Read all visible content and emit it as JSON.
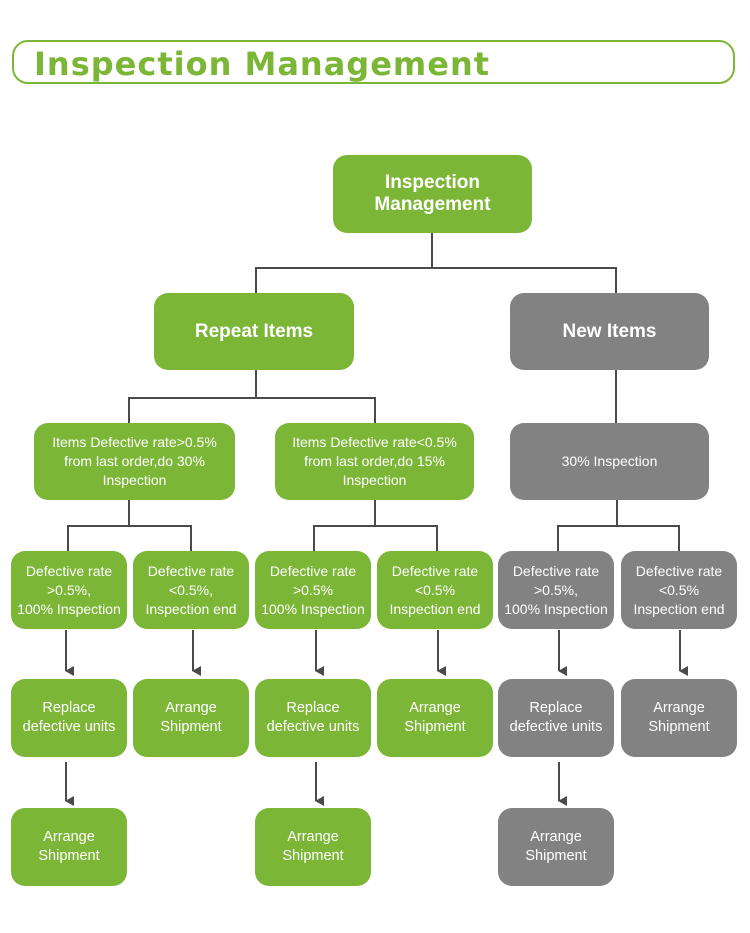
{
  "header": {
    "title": "Inspection Management"
  },
  "root": {
    "label": "Inspection\nManagement"
  },
  "branches": {
    "repeat": {
      "label": "Repeat Items",
      "above": {
        "label": "Items Defective rate>0.5%\nfrom last order,do 30%\nInspection"
      },
      "below": {
        "label": "Items Defective rate<0.5%\nfrom last order,do 15%\nInspection"
      }
    },
    "new": {
      "label": "New Items",
      "inspection": {
        "label": "30% Inspection"
      }
    }
  },
  "outcomes": {
    "repeat_above_high": {
      "label": "Defective rate\n>0.5%,\n100% Inspection"
    },
    "repeat_above_low": {
      "label": "Defective rate\n<0.5%,\nInspection end"
    },
    "repeat_below_high": {
      "label": "Defective rate\n>0.5%\n100% Inspection"
    },
    "repeat_below_low": {
      "label": "Defective rate\n<0.5%\nInspection end"
    },
    "new_high": {
      "label": "Defective rate\n>0.5%,\n100% Inspection"
    },
    "new_low": {
      "label": "Defective rate\n<0.5%\nInspection end"
    }
  },
  "actions": {
    "replace_1": {
      "label": "Replace\ndefective units"
    },
    "ship_1": {
      "label": "Arrange\nShipment"
    },
    "replace_2": {
      "label": "Replace\ndefective units"
    },
    "ship_2": {
      "label": "Arrange\nShipment"
    },
    "replace_3": {
      "label": "Replace\ndefective units"
    },
    "ship_3": {
      "label": "Arrange\nShipment"
    }
  },
  "final": {
    "ship_1": {
      "label": "Arrange\nShipment"
    },
    "ship_2": {
      "label": "Arrange\nShipment"
    },
    "ship_3": {
      "label": "Arrange\nShipment"
    }
  },
  "colors": {
    "green": "#7cb637",
    "gray": "#828282",
    "connector": "#4a4a4a"
  }
}
